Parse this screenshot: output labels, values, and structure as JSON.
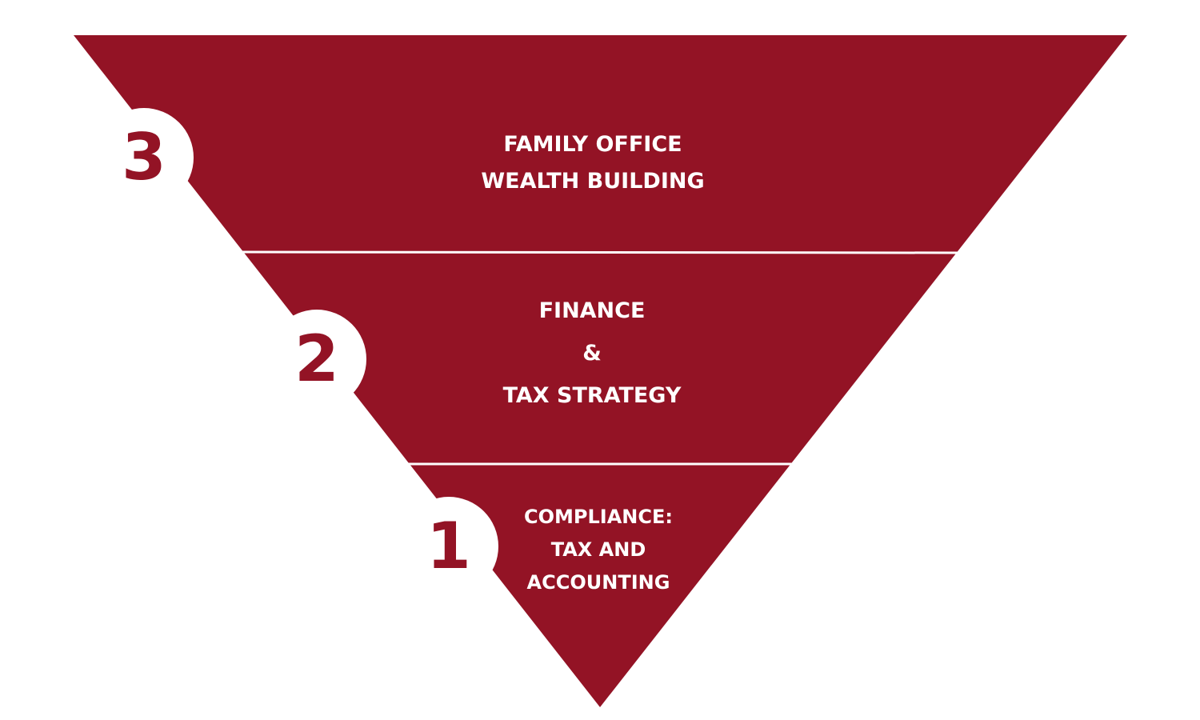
{
  "diagram": {
    "type": "inverted-pyramid",
    "fill_color": "#931325",
    "divider_color": "#ffffff",
    "badge_color": "#ffffff",
    "number_color": "#931325",
    "levels": [
      {
        "number": "3",
        "lines": [
          "FAMILY OFFICE",
          "WEALTH BUILDING"
        ]
      },
      {
        "number": "2",
        "lines": [
          "FINANCE",
          "&",
          "TAX STRATEGY"
        ]
      },
      {
        "number": "1",
        "lines": [
          "COMPLIANCE:",
          "TAX AND",
          "ACCOUNTING"
        ]
      }
    ]
  }
}
